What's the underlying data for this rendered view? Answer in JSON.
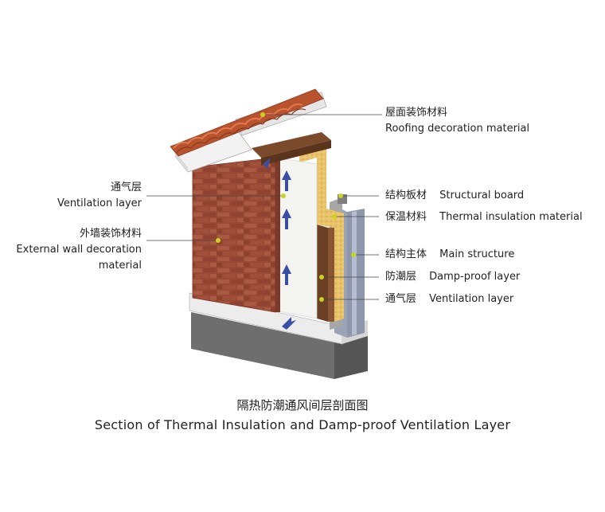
{
  "labels": {
    "roof": {
      "zh": "屋面装饰材料",
      "en": "Roofing decoration material"
    },
    "vent_left": {
      "zh": "通气层",
      "en": "Ventilation layer"
    },
    "external_wall": {
      "zh": "外墙装饰材料",
      "en_line1": "External wall decoration",
      "en_line2": "material"
    },
    "structural_board": {
      "zh": "结构板材",
      "en": "Structural board"
    },
    "insulation": {
      "zh": "保温材料",
      "en": "Thermal insulation material"
    },
    "main_structure": {
      "zh": "结构主体",
      "en": "Main structure"
    },
    "damp_proof": {
      "zh": "防潮层",
      "en": "Damp-proof layer"
    },
    "vent_right": {
      "zh": "通气层",
      "en": "Ventilation layer"
    }
  },
  "caption": {
    "zh": "隔热防潮通风间层剖面图",
    "en": "Section of Thermal Insulation and Damp-proof Ventilation Layer"
  },
  "colors": {
    "brick": "#9a4a34",
    "roof_tile": "#b9532e",
    "insulation": "#e9c36a",
    "ventilation": "#f4f4f0",
    "arrow": "#3a4fa3",
    "leader_dot": "#c9d321",
    "base": "#6e6e6e"
  }
}
